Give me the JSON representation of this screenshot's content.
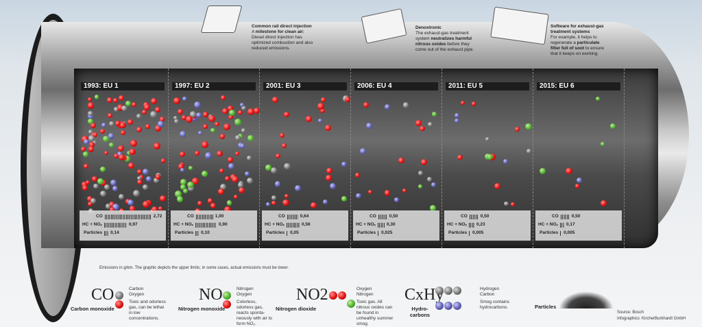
{
  "callouts": [
    {
      "title": "Common rail direct injection",
      "text_pre": "A ",
      "bold": "milestone for clean air:",
      "text_post": " Diesel direct injection has optimized combustion and also reduced emissions."
    },
    {
      "title": "Denoxtronic",
      "text_pre": "The exhaust-gas treatment system ",
      "bold": "neutralizes harmful nitrous oxides",
      "text_post": " before they come out of the exhaust pipe."
    },
    {
      "title": "Software for exhaust-gas treatment systems",
      "text_pre": "For example, it helps to regenerate a ",
      "bold": "particulate filter full of soot",
      "text_post": " to ensure that it keeps on working."
    }
  ],
  "labels": {
    "co": "CO",
    "hcnox": "HC + NOₓ",
    "particles": "Particles"
  },
  "standards": [
    {
      "label": "1993: EU 1",
      "co": "2,72",
      "hcnox": "0,97",
      "particles": "0,14",
      "co_v": 2.72,
      "hc_v": 0.97,
      "p_v": 0.14,
      "molecules": 110
    },
    {
      "label": "1997: EU 2",
      "co": "1,00",
      "hcnox": "0,90",
      "particles": "0,10",
      "co_v": 1.0,
      "hc_v": 0.9,
      "p_v": 0.1,
      "molecules": 80
    },
    {
      "label": "2001: EU 3",
      "co": "0,64",
      "hcnox": "0,56",
      "particles": "0,05",
      "co_v": 0.64,
      "hc_v": 0.56,
      "p_v": 0.05,
      "molecules": 30
    },
    {
      "label": "2006: EU 4",
      "co": "0,50",
      "hcnox": "0,30",
      "particles": "0,025",
      "co_v": 0.5,
      "hc_v": 0.3,
      "p_v": 0.025,
      "molecules": 22
    },
    {
      "label": "2011: EU 5",
      "co": "0,50",
      "hcnox": "0,23",
      "particles": "0,005",
      "co_v": 0.5,
      "hc_v": 0.23,
      "p_v": 0.005,
      "molecules": 16
    },
    {
      "label": "2015: EU 6",
      "co": "0,50",
      "hcnox": "0,17",
      "particles": "0,005",
      "co_v": 0.5,
      "hc_v": 0.17,
      "p_v": 0.005,
      "molecules": 8
    }
  ],
  "note": "Emissions in g/km. The graphic depicts the upper limits; in some cases, actual emissions must be lower.",
  "legend": [
    {
      "formula": "CO",
      "name": "Carbon monoxide",
      "atoms": [
        "Carbon",
        "Oxygen"
      ],
      "desc": "Toxic and odorless gas, can be lethal in low concentrations."
    },
    {
      "formula": "NO",
      "name": "Nitrogen monoxide",
      "atoms": [
        "Nitrogen",
        "Oxygen"
      ],
      "desc": "Colorless, odorless gas, reacts sponta-neously with air to form NO₂."
    },
    {
      "formula": "NO2",
      "name": "Nitrogen dioxide",
      "atoms": [
        "Oxygen",
        "Nitrogen"
      ],
      "desc": "Toxic gas. All nitrous oxides can be found in unhealthy summer smog."
    },
    {
      "formula": "CxHy",
      "name": "Hydro-carbons",
      "atoms": [
        "Hydrogen",
        "Carbon"
      ],
      "desc": "Smog contains hydrocarbons."
    },
    {
      "name": "Particles"
    }
  ],
  "source": "Source: Bosch",
  "credit": "Infographics: KircherBurkhardt GmbH"
}
